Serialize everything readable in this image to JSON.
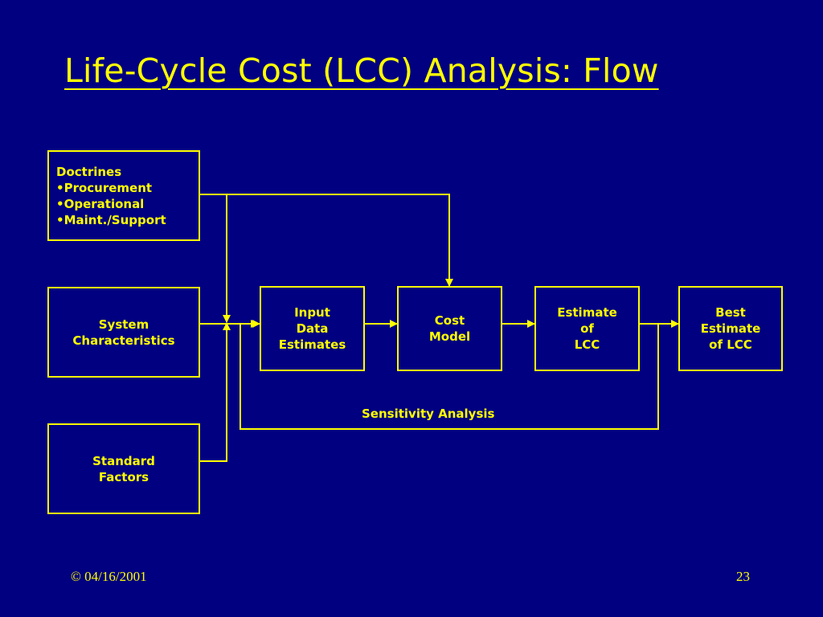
{
  "slide": {
    "title": "Life-Cycle Cost (LCC) Analysis: Flow",
    "background_color": "#000080",
    "accent_color": "#FFFF00"
  },
  "diagram": {
    "doctrines": {
      "lines": [
        "Doctrines",
        "•Procurement",
        "•Operational",
        "•Maint./Support"
      ]
    },
    "system_characteristics": {
      "lines": [
        "System",
        "Characteristics"
      ]
    },
    "standard_factors": {
      "lines": [
        "Standard",
        "Factors"
      ]
    },
    "input_data_estimates": {
      "lines": [
        "Input",
        "Data",
        "Estimates"
      ]
    },
    "cost_model": {
      "lines": [
        "Cost",
        "Model"
      ]
    },
    "estimate_of_lcc": {
      "lines": [
        "Estimate",
        "of",
        "LCC"
      ]
    },
    "best_estimate_of_lcc": {
      "lines": [
        "Best",
        "Estimate",
        "of LCC"
      ]
    },
    "sensitivity_analysis_label": "Sensitivity Analysis"
  },
  "footer": {
    "date": "© 04/16/2001",
    "page_number": "23"
  }
}
